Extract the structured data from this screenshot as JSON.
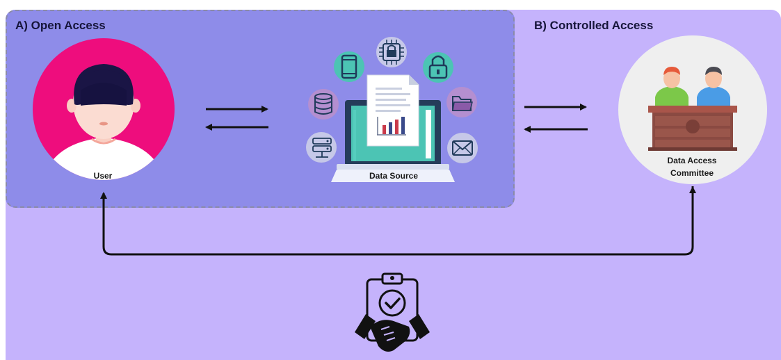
{
  "panels": {
    "open_access": {
      "title": "A) Open Access"
    },
    "controlled_access": {
      "title": "B) Controlled Access"
    }
  },
  "nodes": {
    "user": {
      "label": "User"
    },
    "data_source": {
      "label": "Data Source"
    },
    "committee": {
      "label_line1": "Data Access",
      "label_line2": "Committee"
    }
  },
  "icons": [
    "user-avatar-icon",
    "smartphone-icon",
    "secure-chip-icon",
    "padlock-icon",
    "database-icon",
    "folder-icon",
    "server-icon",
    "mail-icon",
    "laptop-document-icon",
    "committee-panel-icon",
    "agreement-handshake-icon"
  ],
  "colors": {
    "panel_open": "#8e8ce9",
    "panel_controlled": "#c5b3fc",
    "user_circle": "#ee0d7d",
    "committee_circle": "#efefef",
    "teal": "#4cc4b4",
    "arrow": "#111111"
  }
}
